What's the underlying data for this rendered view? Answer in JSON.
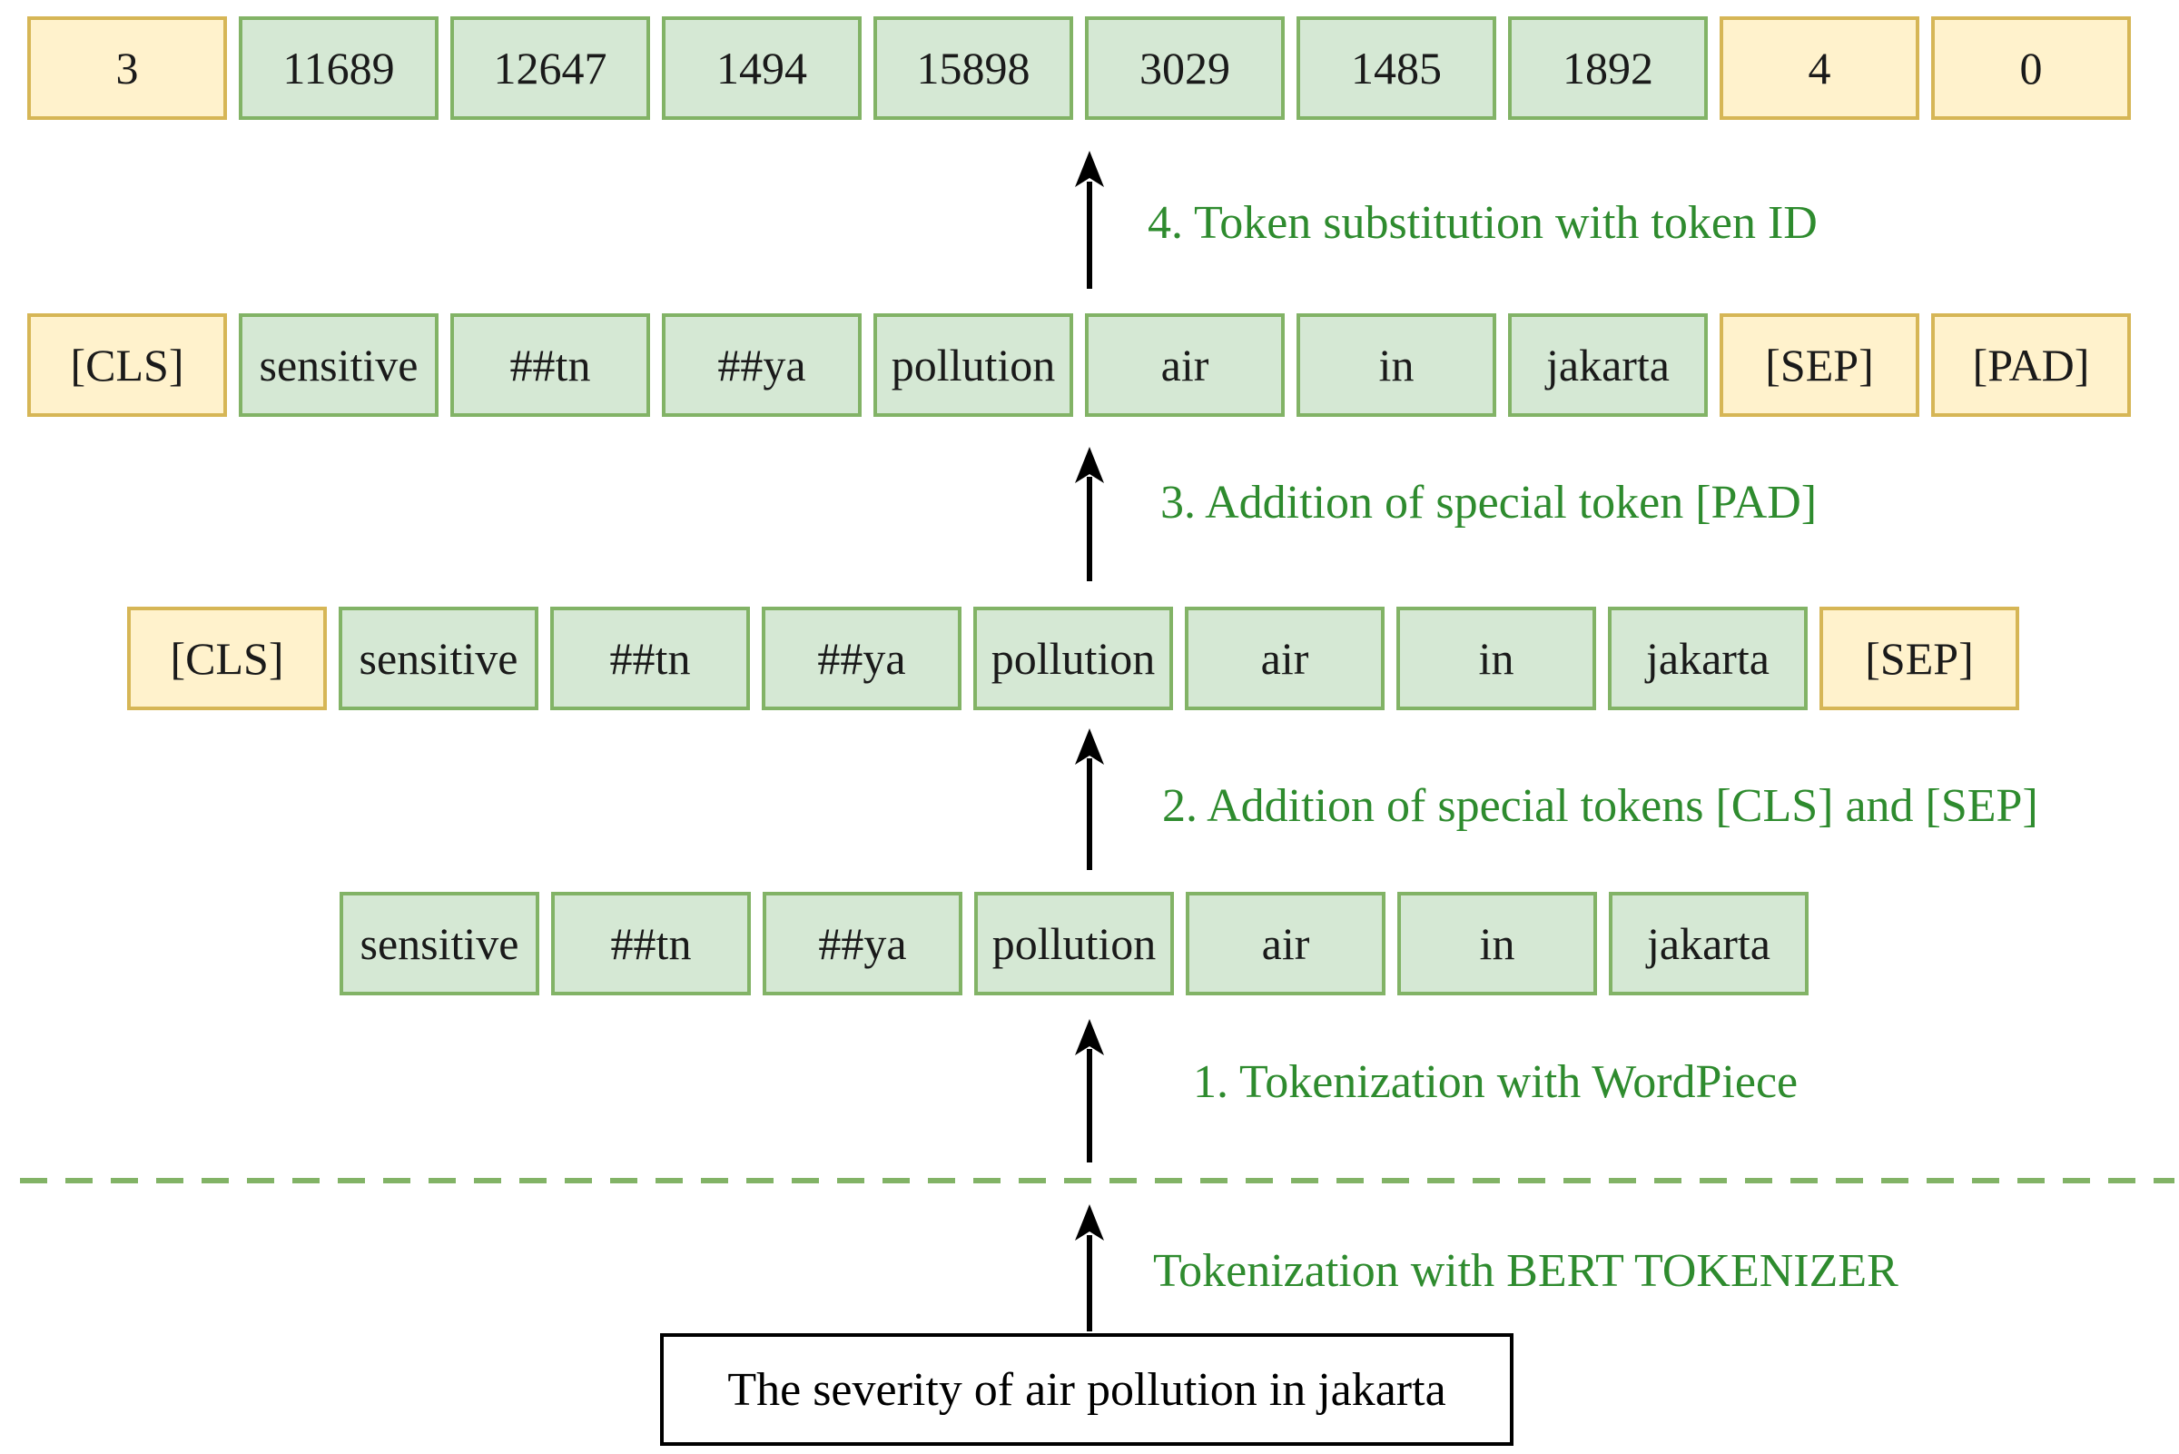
{
  "input_sentence": "The severity of air pollution in jakarta",
  "steps": {
    "bert": "Tokenization with BERT TOKENIZER",
    "s1": "1. Tokenization with WordPiece",
    "s2": "2. Addition of special tokens [CLS] and [SEP]",
    "s3": "3. Addition of special token [PAD]",
    "s4": "4. Token substitution with token ID"
  },
  "rows": {
    "wordpiece": [
      {
        "text": "sensitive",
        "special": false
      },
      {
        "text": "##tn",
        "special": false
      },
      {
        "text": "##ya",
        "special": false
      },
      {
        "text": "pollution",
        "special": false
      },
      {
        "text": "air",
        "special": false
      },
      {
        "text": "in",
        "special": false
      },
      {
        "text": "jakarta",
        "special": false
      }
    ],
    "cls_sep": [
      {
        "text": "[CLS]",
        "special": true
      },
      {
        "text": "sensitive",
        "special": false
      },
      {
        "text": "##tn",
        "special": false
      },
      {
        "text": "##ya",
        "special": false
      },
      {
        "text": "pollution",
        "special": false
      },
      {
        "text": "air",
        "special": false
      },
      {
        "text": "in",
        "special": false
      },
      {
        "text": "jakarta",
        "special": false
      },
      {
        "text": "[SEP]",
        "special": true
      }
    ],
    "padded": [
      {
        "text": "[CLS]",
        "special": true
      },
      {
        "text": "sensitive",
        "special": false
      },
      {
        "text": "##tn",
        "special": false
      },
      {
        "text": "##ya",
        "special": false
      },
      {
        "text": "pollution",
        "special": false
      },
      {
        "text": "air",
        "special": false
      },
      {
        "text": "in",
        "special": false
      },
      {
        "text": "jakarta",
        "special": false
      },
      {
        "text": "[SEP]",
        "special": true
      },
      {
        "text": "[PAD]",
        "special": true
      }
    ],
    "ids": [
      {
        "text": "3",
        "special": true
      },
      {
        "text": "11689",
        "special": false
      },
      {
        "text": "12647",
        "special": false
      },
      {
        "text": "1494",
        "special": false
      },
      {
        "text": "15898",
        "special": false
      },
      {
        "text": "3029",
        "special": false
      },
      {
        "text": "1485",
        "special": false
      },
      {
        "text": "1892",
        "special": false
      },
      {
        "text": "4",
        "special": true
      },
      {
        "text": "0",
        "special": true
      }
    ]
  }
}
